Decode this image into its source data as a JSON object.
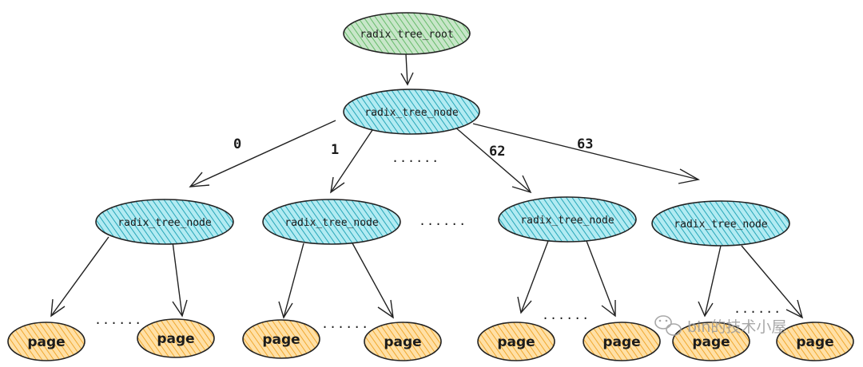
{
  "colors": {
    "root_fill": "#c8e6c9",
    "root_hatch": "#66bb6a",
    "node_fill": "#b2ebf2",
    "node_hatch": "#26a6b8",
    "page_fill": "#ffe0a6",
    "page_hatch": "#f0a830",
    "stroke": "#222222"
  },
  "root": {
    "label": "radix_tree_root"
  },
  "level1": {
    "label": "radix_tree_node"
  },
  "edge_labels": {
    "e0": "0",
    "e1": "1",
    "e62": "62",
    "e63": "63"
  },
  "ellipsis": {
    "level1_gap": "......",
    "level2_gap": "......",
    "pages_gap_a": "......",
    "pages_gap_b": "......",
    "pages_gap_c": "......",
    "pages_gap_d": "......"
  },
  "level2": [
    {
      "label": "radix_tree_node"
    },
    {
      "label": "radix_tree_node"
    },
    {
      "label": "radix_tree_node"
    },
    {
      "label": "radix_tree_node"
    }
  ],
  "pages": [
    {
      "label": "page"
    },
    {
      "label": "page"
    },
    {
      "label": "page"
    },
    {
      "label": "page"
    },
    {
      "label": "page"
    },
    {
      "label": "page"
    },
    {
      "label": "page"
    },
    {
      "label": "page"
    }
  ],
  "watermark": {
    "text": "bin的技术小屋",
    "icon": "wechat-icon"
  }
}
